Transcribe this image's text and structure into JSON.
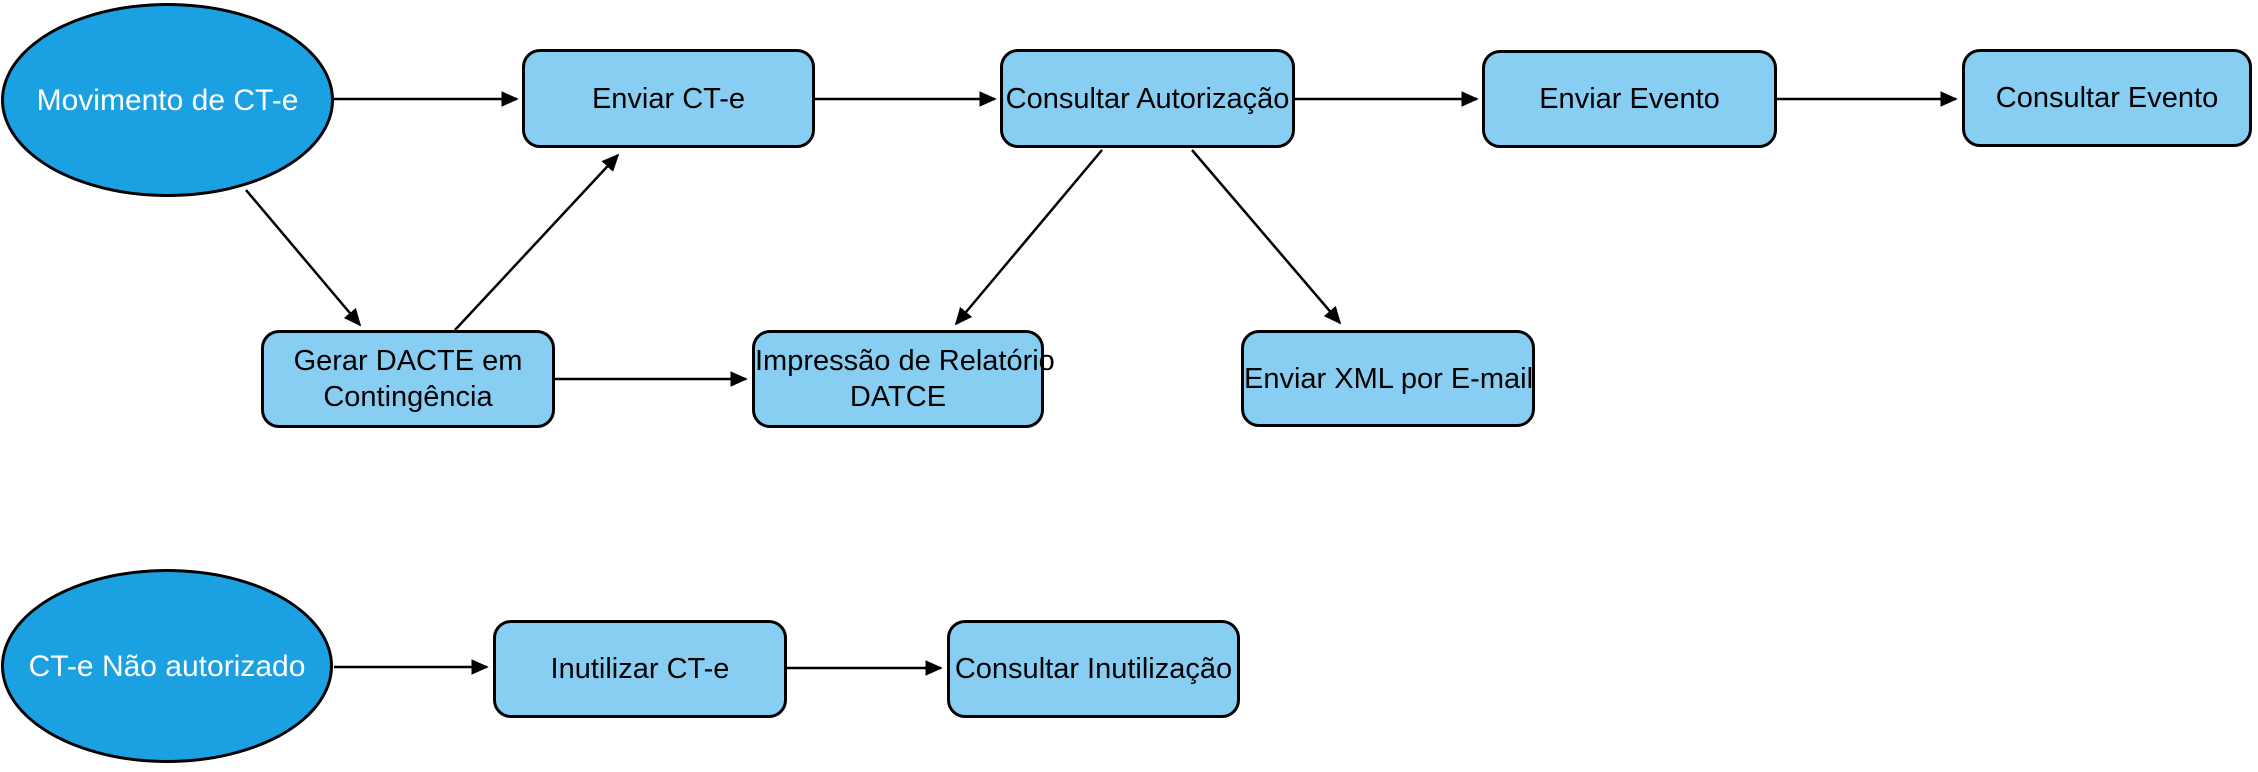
{
  "diagram": {
    "type": "flowchart",
    "colors": {
      "start_node_fill": "#1ba1e2",
      "process_node_fill": "#87cef2",
      "border": "#000000",
      "arrow": "#000000",
      "start_text": "#ffffff",
      "process_text": "#000000"
    },
    "nodes": {
      "movimento_de_cte": {
        "shape": "ellipse",
        "role": "start",
        "lines": [
          "Movimento de CT-e"
        ]
      },
      "enviar_cte": {
        "shape": "rounded_rectangle",
        "role": "process",
        "lines": [
          "Enviar CT-e"
        ]
      },
      "consultar_autorizacao": {
        "shape": "rounded_rectangle",
        "role": "process",
        "lines": [
          "Consultar Autorização"
        ]
      },
      "enviar_evento": {
        "shape": "rounded_rectangle",
        "role": "process",
        "lines": [
          "Enviar Evento"
        ]
      },
      "consultar_evento": {
        "shape": "rounded_rectangle",
        "role": "process",
        "lines": [
          "Consultar Evento"
        ]
      },
      "gerar_dacte_em_contingencia": {
        "shape": "rounded_rectangle",
        "role": "process",
        "lines": [
          "Gerar DACTE em",
          "Contingência"
        ]
      },
      "impressao_de_relatorio_datce": {
        "shape": "rounded_rectangle",
        "role": "process",
        "lines": [
          "Impressão de Relatório",
          "DATCE"
        ]
      },
      "enviar_xml_por_email": {
        "shape": "rounded_rectangle",
        "role": "process",
        "lines": [
          "Enviar XML por E-mail"
        ]
      },
      "cte_nao_autorizado": {
        "shape": "ellipse",
        "role": "start",
        "lines": [
          "CT-e Não autorizado"
        ]
      },
      "inutilizar_cte": {
        "shape": "rounded_rectangle",
        "role": "process",
        "lines": [
          "Inutilizar CT-e"
        ]
      },
      "consultar_inutilizacao": {
        "shape": "rounded_rectangle",
        "role": "process",
        "lines": [
          "Consultar Inutilização"
        ]
      }
    },
    "edges": [
      {
        "from": "movimento_de_cte",
        "to": "enviar_cte"
      },
      {
        "from": "enviar_cte",
        "to": "consultar_autorizacao"
      },
      {
        "from": "consultar_autorizacao",
        "to": "enviar_evento"
      },
      {
        "from": "enviar_evento",
        "to": "consultar_evento"
      },
      {
        "from": "movimento_de_cte",
        "to": "gerar_dacte_em_contingencia"
      },
      {
        "from": "gerar_dacte_em_contingencia",
        "to": "enviar_cte"
      },
      {
        "from": "gerar_dacte_em_contingencia",
        "to": "impressao_de_relatorio_datce"
      },
      {
        "from": "consultar_autorizacao",
        "to": "impressao_de_relatorio_datce"
      },
      {
        "from": "consultar_autorizacao",
        "to": "enviar_xml_por_email"
      },
      {
        "from": "cte_nao_autorizado",
        "to": "inutilizar_cte"
      },
      {
        "from": "inutilizar_cte",
        "to": "consultar_inutilizacao"
      }
    ]
  }
}
